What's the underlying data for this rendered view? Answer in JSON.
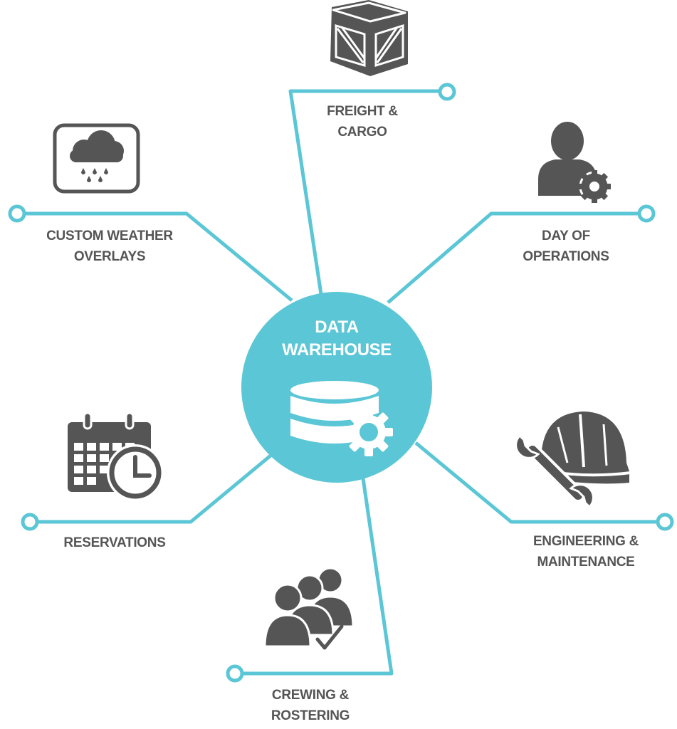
{
  "colors": {
    "accent": "#5bc6d5",
    "icon": "#555555",
    "text": "#555555",
    "center_text": "#ffffff"
  },
  "center": {
    "title_lines": [
      "DATA",
      "WAREHOUSE"
    ],
    "icon": "database-gear-icon"
  },
  "nodes": [
    {
      "id": "freight",
      "lines": [
        "FREIGHT &",
        "CARGO"
      ],
      "icon": "cargo-crate-icon"
    },
    {
      "id": "weather",
      "lines": [
        "CUSTOM WEATHER",
        "OVERLAYS"
      ],
      "icon": "rain-cloud-icon"
    },
    {
      "id": "operations",
      "lines": [
        "DAY OF",
        "OPERATIONS"
      ],
      "icon": "person-gear-icon"
    },
    {
      "id": "reservations",
      "lines": [
        "RESERVATIONS"
      ],
      "icon": "calendar-clock-icon"
    },
    {
      "id": "engineering",
      "lines": [
        "ENGINEERING &",
        "MAINTENANCE"
      ],
      "icon": "hardhat-wrench-icon"
    },
    {
      "id": "crewing",
      "lines": [
        "CREWING &",
        "ROSTERING"
      ],
      "icon": "crew-check-icon"
    }
  ]
}
